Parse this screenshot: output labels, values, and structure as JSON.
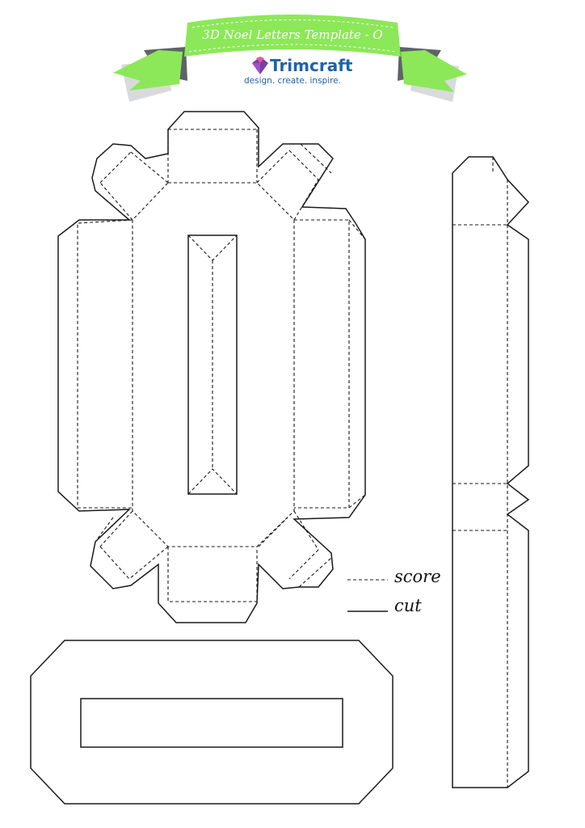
{
  "banner": {
    "title": "3D Noel Letters Template - O"
  },
  "brand": {
    "name": "Trimcraft",
    "tagline": "design. create. inspire."
  },
  "legend": {
    "score_label": "score",
    "cut_label": "cut"
  },
  "colors": {
    "banner_green": "#8ce858",
    "banner_shadow": "#5f6368",
    "brand_blue": "#1d64a8",
    "logo_purple": "#7b3fa0"
  }
}
